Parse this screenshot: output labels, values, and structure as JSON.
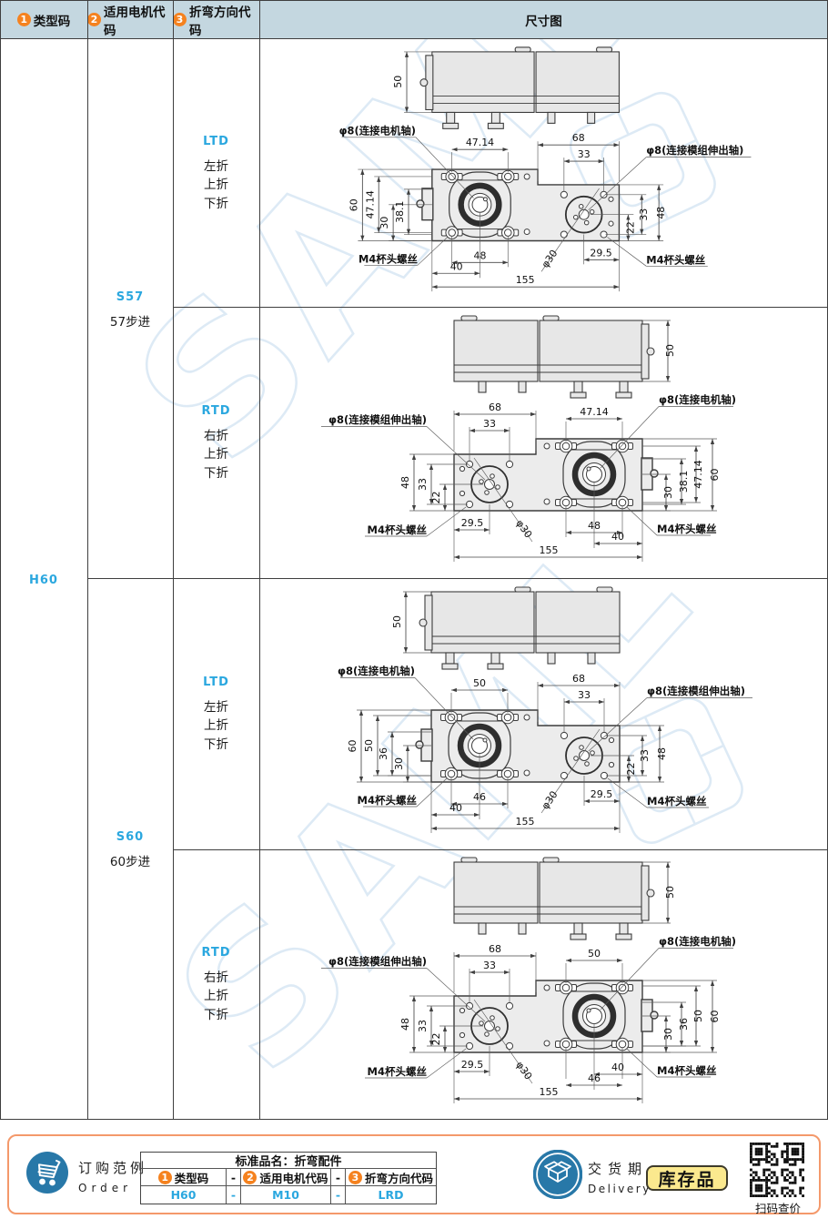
{
  "header": {
    "col1": {
      "num": "1",
      "label": "类型码"
    },
    "col2": {
      "num": "2",
      "label": "适用电机代码"
    },
    "col3": {
      "num": "3",
      "label": "折弯方向代码"
    },
    "col4": {
      "label": "尺寸图"
    }
  },
  "type_code": "H60",
  "motors": [
    {
      "code": "S57",
      "name": "57步进",
      "variants": [
        {
          "code": "LTD",
          "directions": [
            "左折",
            "上折",
            "下折"
          ],
          "mirrored": false,
          "labels": {
            "motor_axis": "φ8(连接电机轴)",
            "module_axis": "φ8(连接模组伸出轴)",
            "screw_left": "M4杯头螺丝",
            "screw_right": "M4杯头螺丝",
            "phi30": "φ30"
          },
          "dims": {
            "top_view": "50",
            "motor_span": "47.14",
            "module_span": "68",
            "hole_span": "33",
            "motor_side": [
              "60",
              "47.14",
              "30",
              "38.1"
            ],
            "module_side": [
              "48",
              "33",
              "22"
            ],
            "motor_bottom": [
              {
                "label": "48",
                "type": "screws"
              },
              {
                "label": "40",
                "type": "edge"
              }
            ],
            "module_bottom": "29.5",
            "total": "155"
          }
        },
        {
          "code": "RTD",
          "directions": [
            "右折",
            "上折",
            "下折"
          ],
          "mirrored": true,
          "labels": {
            "motor_axis": "φ8(连接电机轴)",
            "module_axis": "φ8(连接模组伸出轴)",
            "screw_left": "M4杯头螺丝",
            "screw_right": "M4杯头螺丝",
            "phi30": "φ30"
          },
          "dims": {
            "top_view": "50",
            "motor_span": "47.14",
            "module_span": "68",
            "hole_span": "33",
            "motor_side": [
              "60",
              "47.14",
              "38.1",
              "30"
            ],
            "module_side": [
              "48",
              "33",
              "22"
            ],
            "motor_bottom": [
              {
                "label": "48",
                "type": "screws"
              },
              {
                "label": "40",
                "type": "edge"
              }
            ],
            "module_bottom": "29.5",
            "total": "155"
          }
        }
      ]
    },
    {
      "code": "S60",
      "name": "60步进",
      "variants": [
        {
          "code": "LTD",
          "directions": [
            "左折",
            "上折",
            "下折"
          ],
          "mirrored": false,
          "labels": {
            "motor_axis": "φ8(连接电机轴)",
            "module_axis": "φ8(连接模组伸出轴)",
            "screw_left": "M4杯头螺丝",
            "screw_right": "M4杯头螺丝",
            "phi30": "φ30"
          },
          "dims": {
            "top_view": "50",
            "motor_span": "50",
            "module_span": "68",
            "hole_span": "33",
            "motor_side": [
              "60",
              "50",
              "36",
              "30"
            ],
            "module_side": [
              "48",
              "33",
              "22"
            ],
            "motor_bottom": [
              {
                "label": "46",
                "type": "screws"
              },
              {
                "label": "40",
                "type": "edge"
              }
            ],
            "module_bottom": "29.5",
            "total": "155"
          }
        },
        {
          "code": "RTD",
          "directions": [
            "右折",
            "上折",
            "下折"
          ],
          "mirrored": true,
          "labels": {
            "motor_axis": "φ8(连接电机轴)",
            "module_axis": "φ8(连接模组伸出轴)",
            "screw_left": "M4杯头螺丝",
            "screw_right": "M4杯头螺丝",
            "phi30": "φ30"
          },
          "dims": {
            "top_view": "50",
            "motor_span": "50",
            "module_span": "68",
            "hole_span": "33",
            "motor_side": [
              "60",
              "50",
              "36",
              "30"
            ],
            "module_side": [
              "48",
              "33",
              "22"
            ],
            "motor_bottom": [
              {
                "label": "40",
                "type": "edge"
              },
              {
                "label": "46",
                "type": "screws"
              }
            ],
            "module_bottom": "29.5",
            "total": "155"
          }
        }
      ]
    }
  ],
  "watermark": {
    "text": "SAML"
  },
  "footer": {
    "order": {
      "title": "订购范例",
      "subtitle": "Order"
    },
    "product_table": {
      "title": "标准品名：折弯配件",
      "separator": "-",
      "columns": [
        {
          "num": "1",
          "label": "类型码",
          "value": "H60"
        },
        {
          "num": "2",
          "label": "适用电机代码",
          "value": "M10"
        },
        {
          "num": "3",
          "label": "折弯方向代码",
          "value": "LRD"
        }
      ]
    },
    "delivery": {
      "title": "交货期",
      "subtitle": "Delivery"
    },
    "stock_badge": "库存品",
    "qr_label": "扫码查价"
  },
  "colors": {
    "accent_blue": "#2aa7df",
    "orange": "#f5821f",
    "header_bg": "#c4d7e0",
    "footer_border": "#f4996b",
    "badge_bg": "#fbe98e",
    "icon_blue": "#2878a8",
    "watermark": "#c3daee"
  }
}
